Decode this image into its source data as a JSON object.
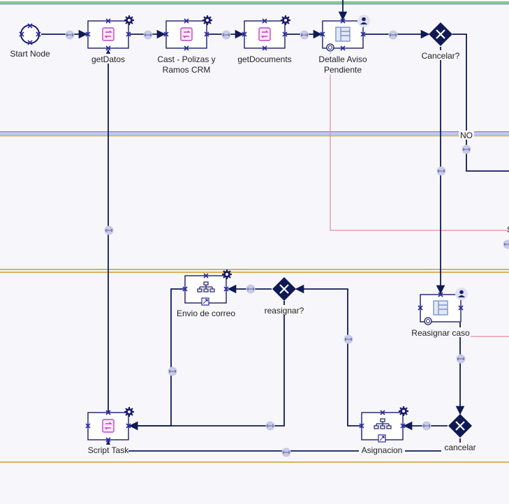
{
  "diagram": {
    "nodes": {
      "start": "Start Node",
      "getDatos": "getDatos",
      "cast_line1": "Cast - Polizas y",
      "cast_line2": "Ramos CRM",
      "getDocuments": "getDocuments",
      "detalle_line1": "Detalle Aviso",
      "detalle_line2": "Pendiente",
      "cancelar_q": "Cancelar?",
      "envio": "Envio de correo",
      "reasignar_q": "reasignar?",
      "reasignar_caso": "Reasignar caso",
      "script_task": "Script Task",
      "asignacion": "Asignacion",
      "cancelar_gw": "cancelar"
    },
    "edge_labels": {
      "no": "NO",
      "cut_s": "S"
    },
    "colors": {
      "flow": "#0f1a55",
      "node_border": "#1c1c6a",
      "script_icon": "#c045c0",
      "user_task_icon": "#7f93c8",
      "connector": "#c8cbe6",
      "lane_orange": "#d39a2b",
      "lane_purple": "#7c68d6",
      "lane_blue": "#3b83c9",
      "lane_green": "#47b04b",
      "red_flow": "#e88a92"
    }
  }
}
